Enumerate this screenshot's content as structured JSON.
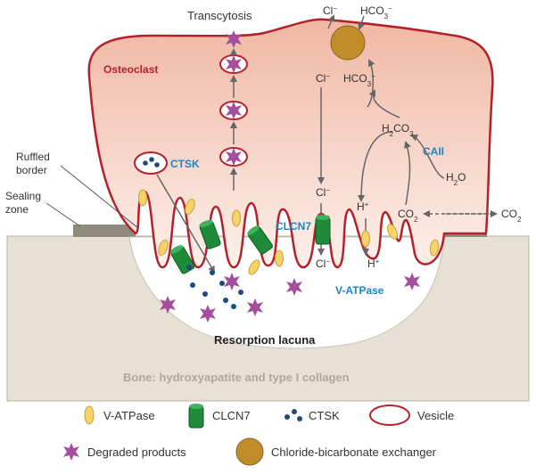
{
  "labels": {
    "transcytosis": "Transcytosis",
    "osteoclast": "Osteoclast",
    "ruffled_border_line1": "Ruffled",
    "ruffled_border_line2": "border",
    "sealing_zone_line1": "Sealing",
    "sealing_zone_line2": "zone",
    "ctsk": "CTSK",
    "clcn7": "CLCN7",
    "v_atpase": "V-ATPase",
    "caii": "CAII",
    "resorption_lacuna": "Resorption lacuna",
    "bone": "Bone: hydroxyapatite and type I collagen"
  },
  "chemistry": {
    "cl": "Cl",
    "hco3": "HCO",
    "h2co3": "H",
    "h2o": "H",
    "co2": "CO",
    "h_plus": "H"
  },
  "legend": {
    "v_atpase": "V-ATPase",
    "clcn7": "CLCN7",
    "ctsk": "CTSK",
    "vesicle": "Vesicle",
    "degraded": "Degraded products",
    "exchanger": "Chloride-bicarbonate exchanger"
  },
  "colors": {
    "cell_membrane": "#b5212b",
    "cell_fill_top": "#f0b9a6",
    "cell_fill_bottom": "#fce9e2",
    "bone": "#e5e0d3",
    "sealing": "#8e8a7c",
    "v_atpase": "#f5d36a",
    "clcn7": "#1e8a3a",
    "ctsk": "#1c4a7a",
    "degraded": "#a54e9c",
    "exchanger": "#c08d2a",
    "blue_label": "#1a86c7"
  }
}
